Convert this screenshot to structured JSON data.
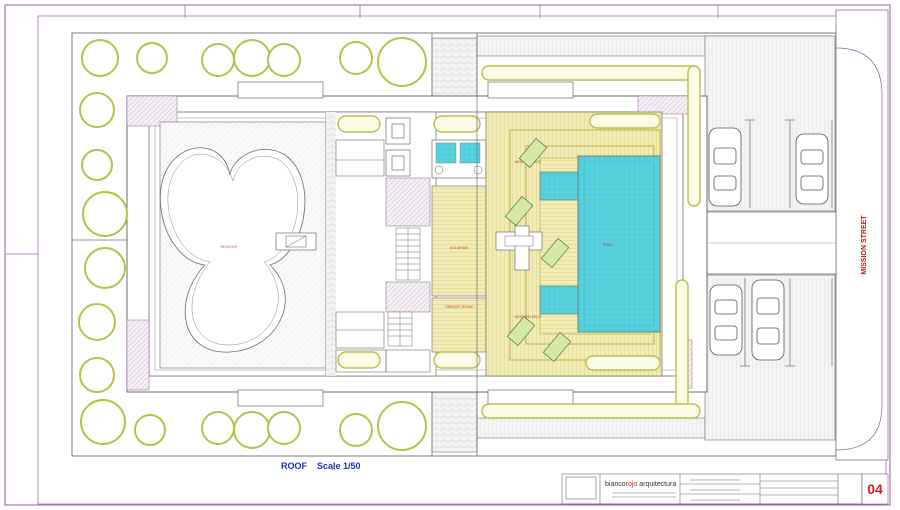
{
  "drawing": {
    "title": "ROOF",
    "scale_label": "Scale 1/50",
    "sheet_number": "04",
    "street_label": "MISSION STREET",
    "pool_label": "POOL",
    "roof_shape_label": "SKYLIGHT",
    "upper_room_label": "SOLARIUM",
    "lower_room_label": "SERVICE ROOM",
    "upper_deck_label": "WOODEN DECK",
    "lower_deck_label": "WOODEN DECK"
  },
  "title_block": {
    "firm_name_a": "bianco",
    "firm_name_b": "rojo",
    "firm_name_c": " arquitectura"
  },
  "colors": {
    "line": "#6b6b6b",
    "frame": "#9b5aa6",
    "tree": "#b7c14a",
    "deck": "#f3ecb4",
    "pool": "#56d2df",
    "brand_red": "#d11f1f",
    "title_blue": "#1a33b8"
  }
}
